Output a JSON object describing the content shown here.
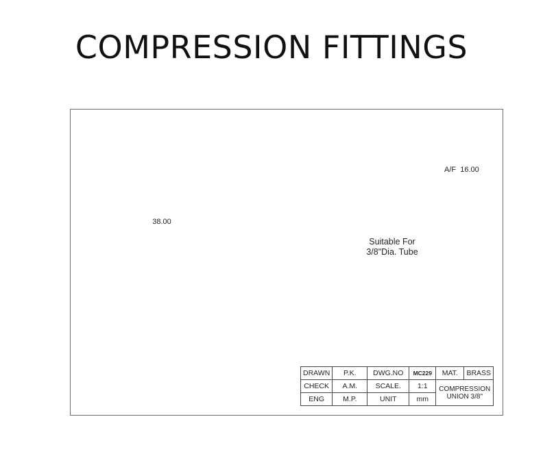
{
  "title": "COMPRESSION FITTINGS",
  "dimensions": {
    "length": "38.00",
    "across_flats_label": "A/F",
    "across_flats_value": "16.00"
  },
  "note": {
    "line1": "Suitable For",
    "line2": "3/8\"Dia. Tube"
  },
  "title_block": {
    "drawn_label": "DRAWN",
    "drawn_value": "P.K.",
    "dwg_label": "DWG.NO",
    "dwg_value": "MC229",
    "mat_label": "MAT.",
    "mat_value": "BRASS",
    "check_label": "CHECK",
    "check_value": "A.M.",
    "scale_label": "SCALE.",
    "scale_value": "1:1",
    "desc_line1": "COMPRESSION",
    "desc_line2": "UNION 3/8\"",
    "eng_label": "ENG",
    "eng_value": "M.P.",
    "unit_label": "UNIT",
    "unit_value": "mm"
  },
  "colors": {
    "hex_face": "#f1efc8",
    "hex_side": "#c9c7a0",
    "metal_dark": "#8d8b6c",
    "line": "#555555"
  }
}
